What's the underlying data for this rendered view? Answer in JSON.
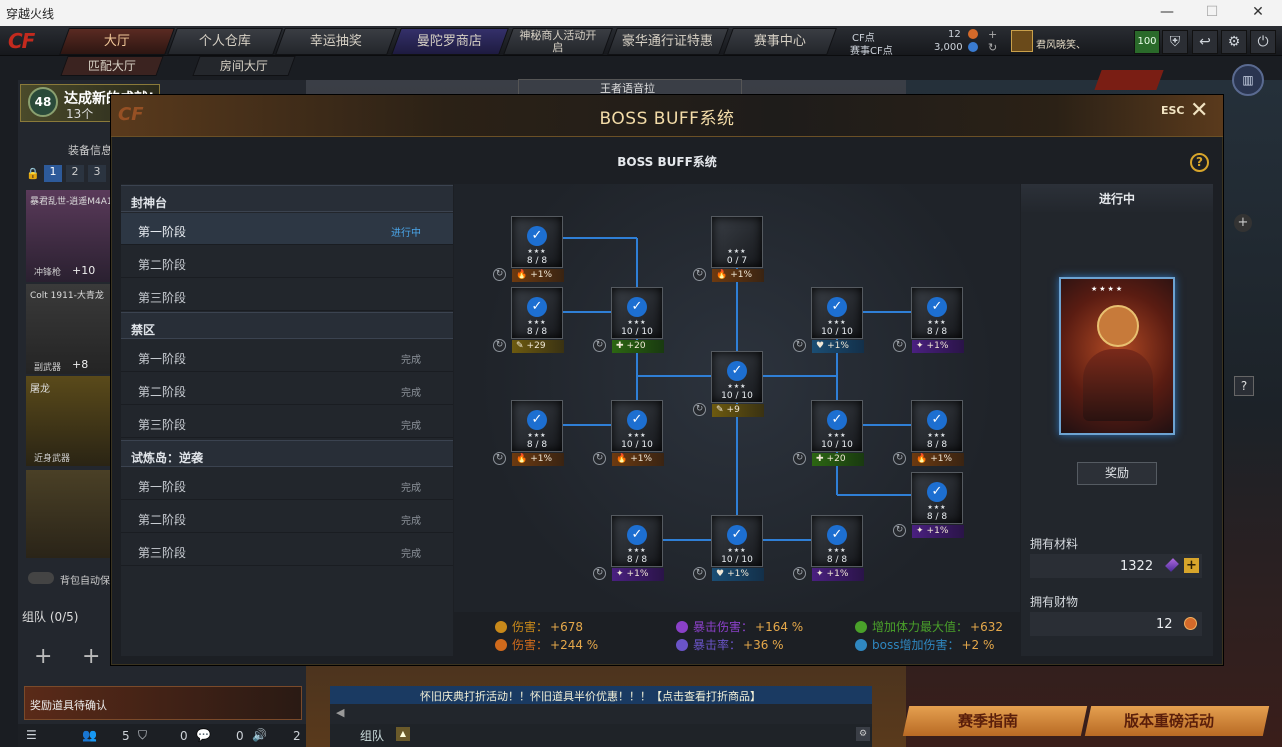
{
  "window": {
    "title": "穿越火线"
  },
  "nav": {
    "logo": "CF",
    "tabs": [
      "大厅",
      "个人仓库",
      "幸运抽奖",
      "曼陀罗商店",
      "神秘商人活动开启",
      "豪华通行证特惠",
      "赛事中心"
    ],
    "subtabs": [
      "匹配大厅",
      "房间大厅"
    ]
  },
  "currency": {
    "cf_label": "CF点",
    "cf_value": "12",
    "match_label": "赛事CF点",
    "match_value": "3,000"
  },
  "user": {
    "name": "君风晓笑、",
    "level_badge": "100"
  },
  "lobby": {
    "level": "48",
    "achieve": "达成新的成就!",
    "achieve_count": "13个",
    "equip_title": "装备信息",
    "tabs": [
      "1",
      "2",
      "3"
    ],
    "weapons": [
      {
        "name": "暴君乱世-逍遥M4A1",
        "tag": "冲锋枪",
        "bonus": "+10"
      },
      {
        "name": "Colt 1911-大青龙",
        "tag": "副武器",
        "bonus": "+8"
      },
      {
        "name": "屠龙",
        "tag": "近身武器"
      }
    ],
    "auto_toggle": "背包自动保存",
    "team": "组队 (0/5)",
    "reward_confirm": "奖励道具待确认",
    "room_banner": "王者语音拉",
    "notice": "怀旧庆典打折活动！！怀旧道具半价优惠！！！【点击查看打折商品】",
    "team_btn": "组队",
    "counts": [
      "5",
      "0",
      "0",
      "2"
    ],
    "bottom_btns": [
      "赛季指南",
      "版本重磅活动"
    ]
  },
  "modal": {
    "title": "BOSS BUFF系统",
    "esc": "ESC",
    "subtitle": "BOSS BUFF系统",
    "help": "?",
    "sections": [
      {
        "title": "封神台",
        "stages": [
          {
            "name": "第一阶段",
            "status": "进行中"
          },
          {
            "name": "第二阶段",
            "status": ""
          },
          {
            "name": "第三阶段",
            "status": ""
          }
        ]
      },
      {
        "title": "禁区",
        "stages": [
          {
            "name": "第一阶段",
            "status": "完成"
          },
          {
            "name": "第二阶段",
            "status": "完成"
          },
          {
            "name": "第三阶段",
            "status": "完成"
          }
        ]
      },
      {
        "title": "试炼岛：逆袭",
        "stages": [
          {
            "name": "第一阶段",
            "status": "完成"
          },
          {
            "name": "第二阶段",
            "status": "完成"
          },
          {
            "name": "第三阶段",
            "status": "完成"
          }
        ]
      }
    ],
    "nodes": [
      {
        "id": "n1",
        "count": "8 / 8",
        "bonus": "+1%",
        "kind": "o",
        "checked": true
      },
      {
        "id": "n2",
        "count": "0 / 7",
        "bonus": "+1%",
        "kind": "o",
        "checked": false
      },
      {
        "id": "n3",
        "count": "8 / 8",
        "bonus": "+29",
        "kind": "y",
        "checked": true
      },
      {
        "id": "n4",
        "count": "10 / 10",
        "bonus": "+20",
        "kind": "g",
        "checked": true
      },
      {
        "id": "n5",
        "count": "10 / 10",
        "bonus": "+1%",
        "kind": "b",
        "checked": true
      },
      {
        "id": "n6",
        "count": "8 / 8",
        "bonus": "+1%",
        "kind": "p",
        "checked": true
      },
      {
        "id": "n7",
        "count": "10 / 10",
        "bonus": "+9",
        "kind": "y",
        "checked": true
      },
      {
        "id": "n8",
        "count": "8 / 8",
        "bonus": "+1%",
        "kind": "o",
        "checked": true
      },
      {
        "id": "n9",
        "count": "10 / 10",
        "bonus": "+1%",
        "kind": "o",
        "checked": true
      },
      {
        "id": "n10",
        "count": "10 / 10",
        "bonus": "+20",
        "kind": "g",
        "checked": true
      },
      {
        "id": "n11",
        "count": "8 / 8",
        "bonus": "+1%",
        "kind": "o",
        "checked": true
      },
      {
        "id": "n12",
        "count": "8 / 8",
        "bonus": "+1%",
        "kind": "p",
        "checked": true
      },
      {
        "id": "n13",
        "count": "8 / 8",
        "bonus": "+1%",
        "kind": "p",
        "checked": true
      },
      {
        "id": "n14",
        "count": "10 / 10",
        "bonus": "+1%",
        "kind": "b",
        "checked": true
      },
      {
        "id": "n15",
        "count": "8 / 8",
        "bonus": "+1%",
        "kind": "p",
        "checked": true
      }
    ],
    "totals": [
      {
        "label": "伤害：",
        "value": "+678",
        "color": "#c8891a"
      },
      {
        "label": "暴击伤害：",
        "value": "+164 %",
        "color": "#8a40c8"
      },
      {
        "label": "增加体力最大值：",
        "value": "+632",
        "color": "#4aa12a"
      },
      {
        "label": "伤害：",
        "value": "+244 %",
        "color": "#d06a1c"
      },
      {
        "label": "暴击率：",
        "value": "+36 %",
        "color": "#6a54c8"
      },
      {
        "label": "boss增加伤害：",
        "value": "+2 %",
        "color": "#2f87c0"
      }
    ],
    "right": {
      "status": "进行中",
      "reward_btn": "奖励",
      "materials_label": "拥有材料",
      "materials_value": "1322",
      "wealth_label": "拥有财物",
      "wealth_value": "12"
    }
  },
  "colors": {
    "accent": "#d7a52b",
    "tree_line": "#2f7fd6",
    "check": "#1d6fd1"
  }
}
